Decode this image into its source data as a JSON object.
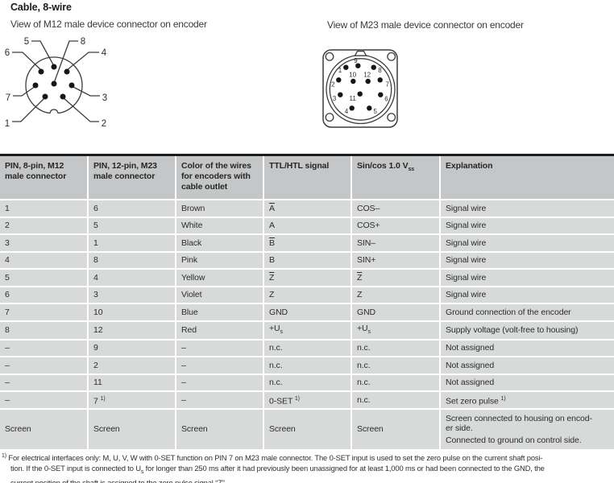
{
  "title": "Cable, 8-wire",
  "m12": {
    "caption": "View of M12 male device connector on encoder",
    "pins": [
      "5",
      "8",
      "6",
      "4",
      "7",
      "3",
      "1",
      "2"
    ]
  },
  "m23": {
    "caption": "View of M23 male device connector on encoder",
    "pins": [
      "9",
      "1",
      "8",
      "10",
      "12",
      "2",
      "7",
      "3",
      "11",
      "6",
      "4",
      "5"
    ]
  },
  "table": {
    "columns": [
      {
        "label": "PIN, 8-pin, M12 male connector"
      },
      {
        "label": "PIN, 12-pin, M23 male connector"
      },
      {
        "label": "Color of the wires for encoders with cable outlet"
      },
      {
        "label": "TTL/HTL signal"
      },
      {
        "label": "Sin/cos 1.0 V",
        "sub": "ss"
      },
      {
        "label": "Explanation"
      }
    ],
    "rows": [
      [
        "1",
        "6",
        "Brown",
        {
          "text": "A",
          "overline": true
        },
        "COS–",
        "Signal wire"
      ],
      [
        "2",
        "5",
        "White",
        "A",
        "COS+",
        "Signal wire"
      ],
      [
        "3",
        "1",
        "Black",
        {
          "text": "B",
          "overline": true
        },
        "SIN–",
        "Signal wire"
      ],
      [
        "4",
        "8",
        "Pink",
        "B",
        "SIN+",
        "Signal wire"
      ],
      [
        "5",
        "4",
        "Yellow",
        {
          "text": "Z",
          "overline": true
        },
        {
          "text": "Z",
          "overline": true
        },
        "Signal wire"
      ],
      [
        "6",
        "3",
        "Violet",
        "Z",
        "Z",
        "Signal wire"
      ],
      [
        "7",
        "10",
        "Blue",
        "GND",
        "GND",
        "Ground connection of the encoder"
      ],
      [
        "8",
        "12",
        "Red",
        {
          "text": "+U",
          "sub": "s"
        },
        {
          "text": "+U",
          "sub": "s"
        },
        "Supply voltage (volt-free to housing)"
      ],
      [
        "–",
        "9",
        "–",
        "n.c.",
        "n.c.",
        "Not assigned"
      ],
      [
        "–",
        "2",
        "–",
        "n.c.",
        "n.c.",
        "Not assigned"
      ],
      [
        "–",
        "11",
        "–",
        "n.c.",
        "n.c.",
        "Not assigned"
      ],
      [
        "–",
        {
          "text": "7 ",
          "sup": "1)"
        },
        "–",
        {
          "text": "0-SET ",
          "sup": "1)"
        },
        "n.c.",
        {
          "text": "Set zero pulse ",
          "sup": "1)"
        }
      ],
      [
        "Screen",
        "Screen",
        "Screen",
        "Screen",
        "Screen",
        {
          "lines": [
            "Screen connected to housing on encod-",
            "er side.",
            "Connected to ground on control side."
          ]
        }
      ]
    ]
  },
  "footnote": {
    "lines": [
      {
        "tokens": [
          {
            "sup": "1)"
          },
          {
            "t": " For electrical interfaces only: M, U, V, W with 0-SET function on PIN 7 on M23 male connector. The 0-SET input is used to set the zero pulse on the current shaft posi-"
          }
        ]
      },
      {
        "tokens": [
          {
            "t": "tion. If the 0-SET input is connected to U"
          },
          {
            "sub": "s"
          },
          {
            "t": " for longer than 250 ms after it had previously been unassigned for at least 1,000 ms or had been connected to the GND, the"
          }
        ]
      },
      {
        "tokens": [
          {
            "t": "current position of the shaft is assigned to the zero pulse signal “Z”."
          }
        ]
      }
    ]
  },
  "colors": {
    "header_bg": "#c5c6c7",
    "row_bg": "#d8d9d9",
    "table_top_border": "#1c1c1c",
    "text": "#2d2d2d"
  }
}
